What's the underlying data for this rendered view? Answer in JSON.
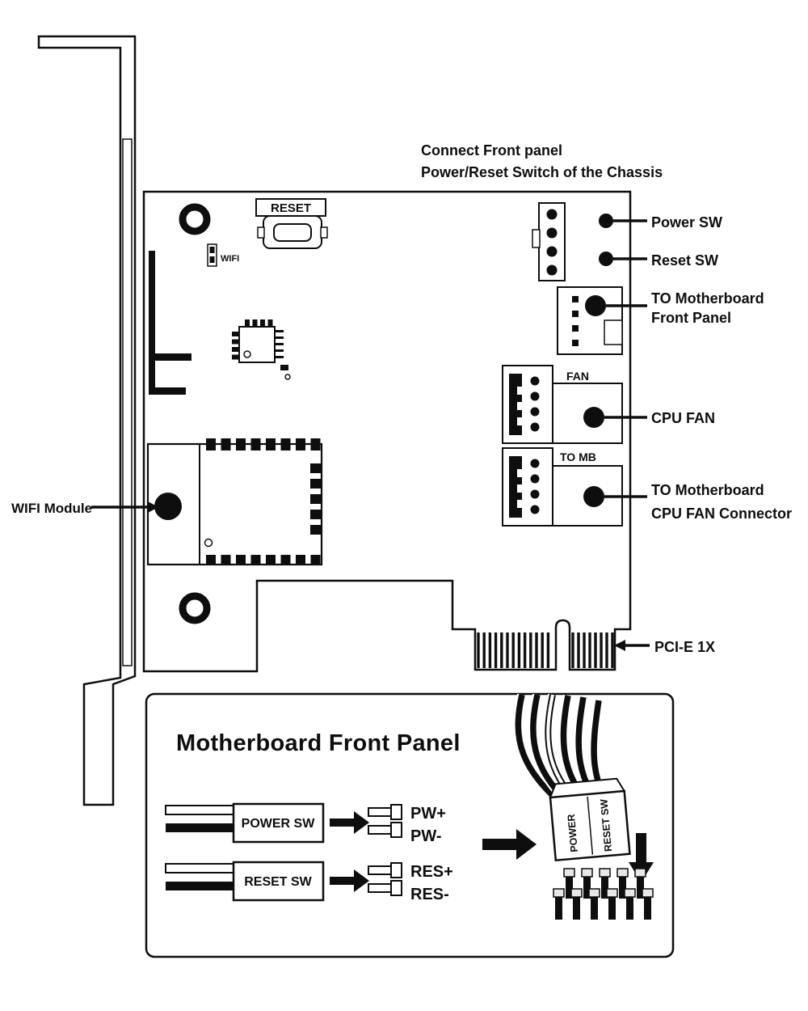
{
  "header": {
    "line1": "Connect Front panel",
    "line2": "Power/Reset Switch of the Chassis"
  },
  "board": {
    "reset_button_label": "RESET",
    "wifi_led_label": "WIFI",
    "fan_header_label": "FAN",
    "to_mb_header_label": "TO MB"
  },
  "callouts": {
    "wifi_module": "WIFI Module",
    "power_sw": "Power SW",
    "reset_sw": "Reset SW",
    "to_motherboard_front_panel": {
      "line1": "TO Motherboard",
      "line2": "Front Panel"
    },
    "cpu_fan": "CPU FAN",
    "to_motherboard_cpu_fan": {
      "line1": "TO Motherboard",
      "line2": "CPU FAN Connector"
    },
    "pcie": "PCI-E 1X"
  },
  "front_panel_diagram": {
    "title": "Motherboard Front Panel",
    "power_switch_label": "POWER SW",
    "reset_switch_label": "RESET SW",
    "pins": {
      "pw_plus": "PW+",
      "pw_minus": "PW-",
      "res_plus": "RES+",
      "res_minus": "RES-"
    },
    "connector": {
      "power": "POWER",
      "reset": "RESET SW"
    }
  },
  "colors": {
    "ink": "#0e0e0e",
    "background": "#ffffff"
  }
}
